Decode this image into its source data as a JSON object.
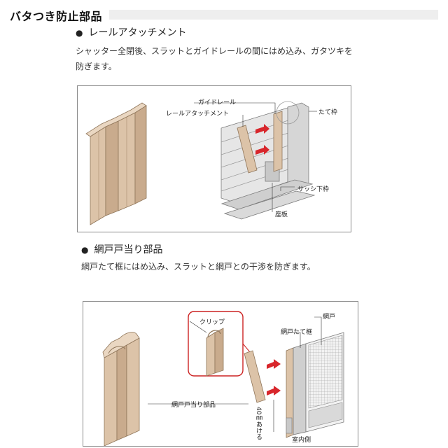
{
  "header": {
    "title": "バタつき防止部品"
  },
  "section1": {
    "bullet": "●",
    "title": "レールアタッチメント",
    "description_line1": "シャッター全閉後、スラットとガイドレールの間にはめ込み、ガタツキを",
    "description_line2": "防ぎます。",
    "labels": {
      "guide_rail": "ガイドレール",
      "rail_attachment": "レールアタッチメント",
      "vertical_frame": "たて枠",
      "sash_bottom_frame": "サッシ下枠",
      "base_plate": "座板"
    }
  },
  "section2": {
    "bullet": "●",
    "title": "網戸戸当り部品",
    "description": "網戸たて框にはめ込み、スラットと網戸との干渉を防ぎます。",
    "labels": {
      "clip": "クリップ",
      "screen": "網戸",
      "screen_vertical_frame": "網戸たて框",
      "screen_stop_part": "網戸戸当り部品",
      "gap_40mm": "40㎜あける",
      "indoor_side": "室内側"
    }
  },
  "colors": {
    "part_fill": "#dcc3a8",
    "part_shade": "#c9ab8d",
    "arrow": "#d8262b",
    "callout": "#cc2222"
  }
}
